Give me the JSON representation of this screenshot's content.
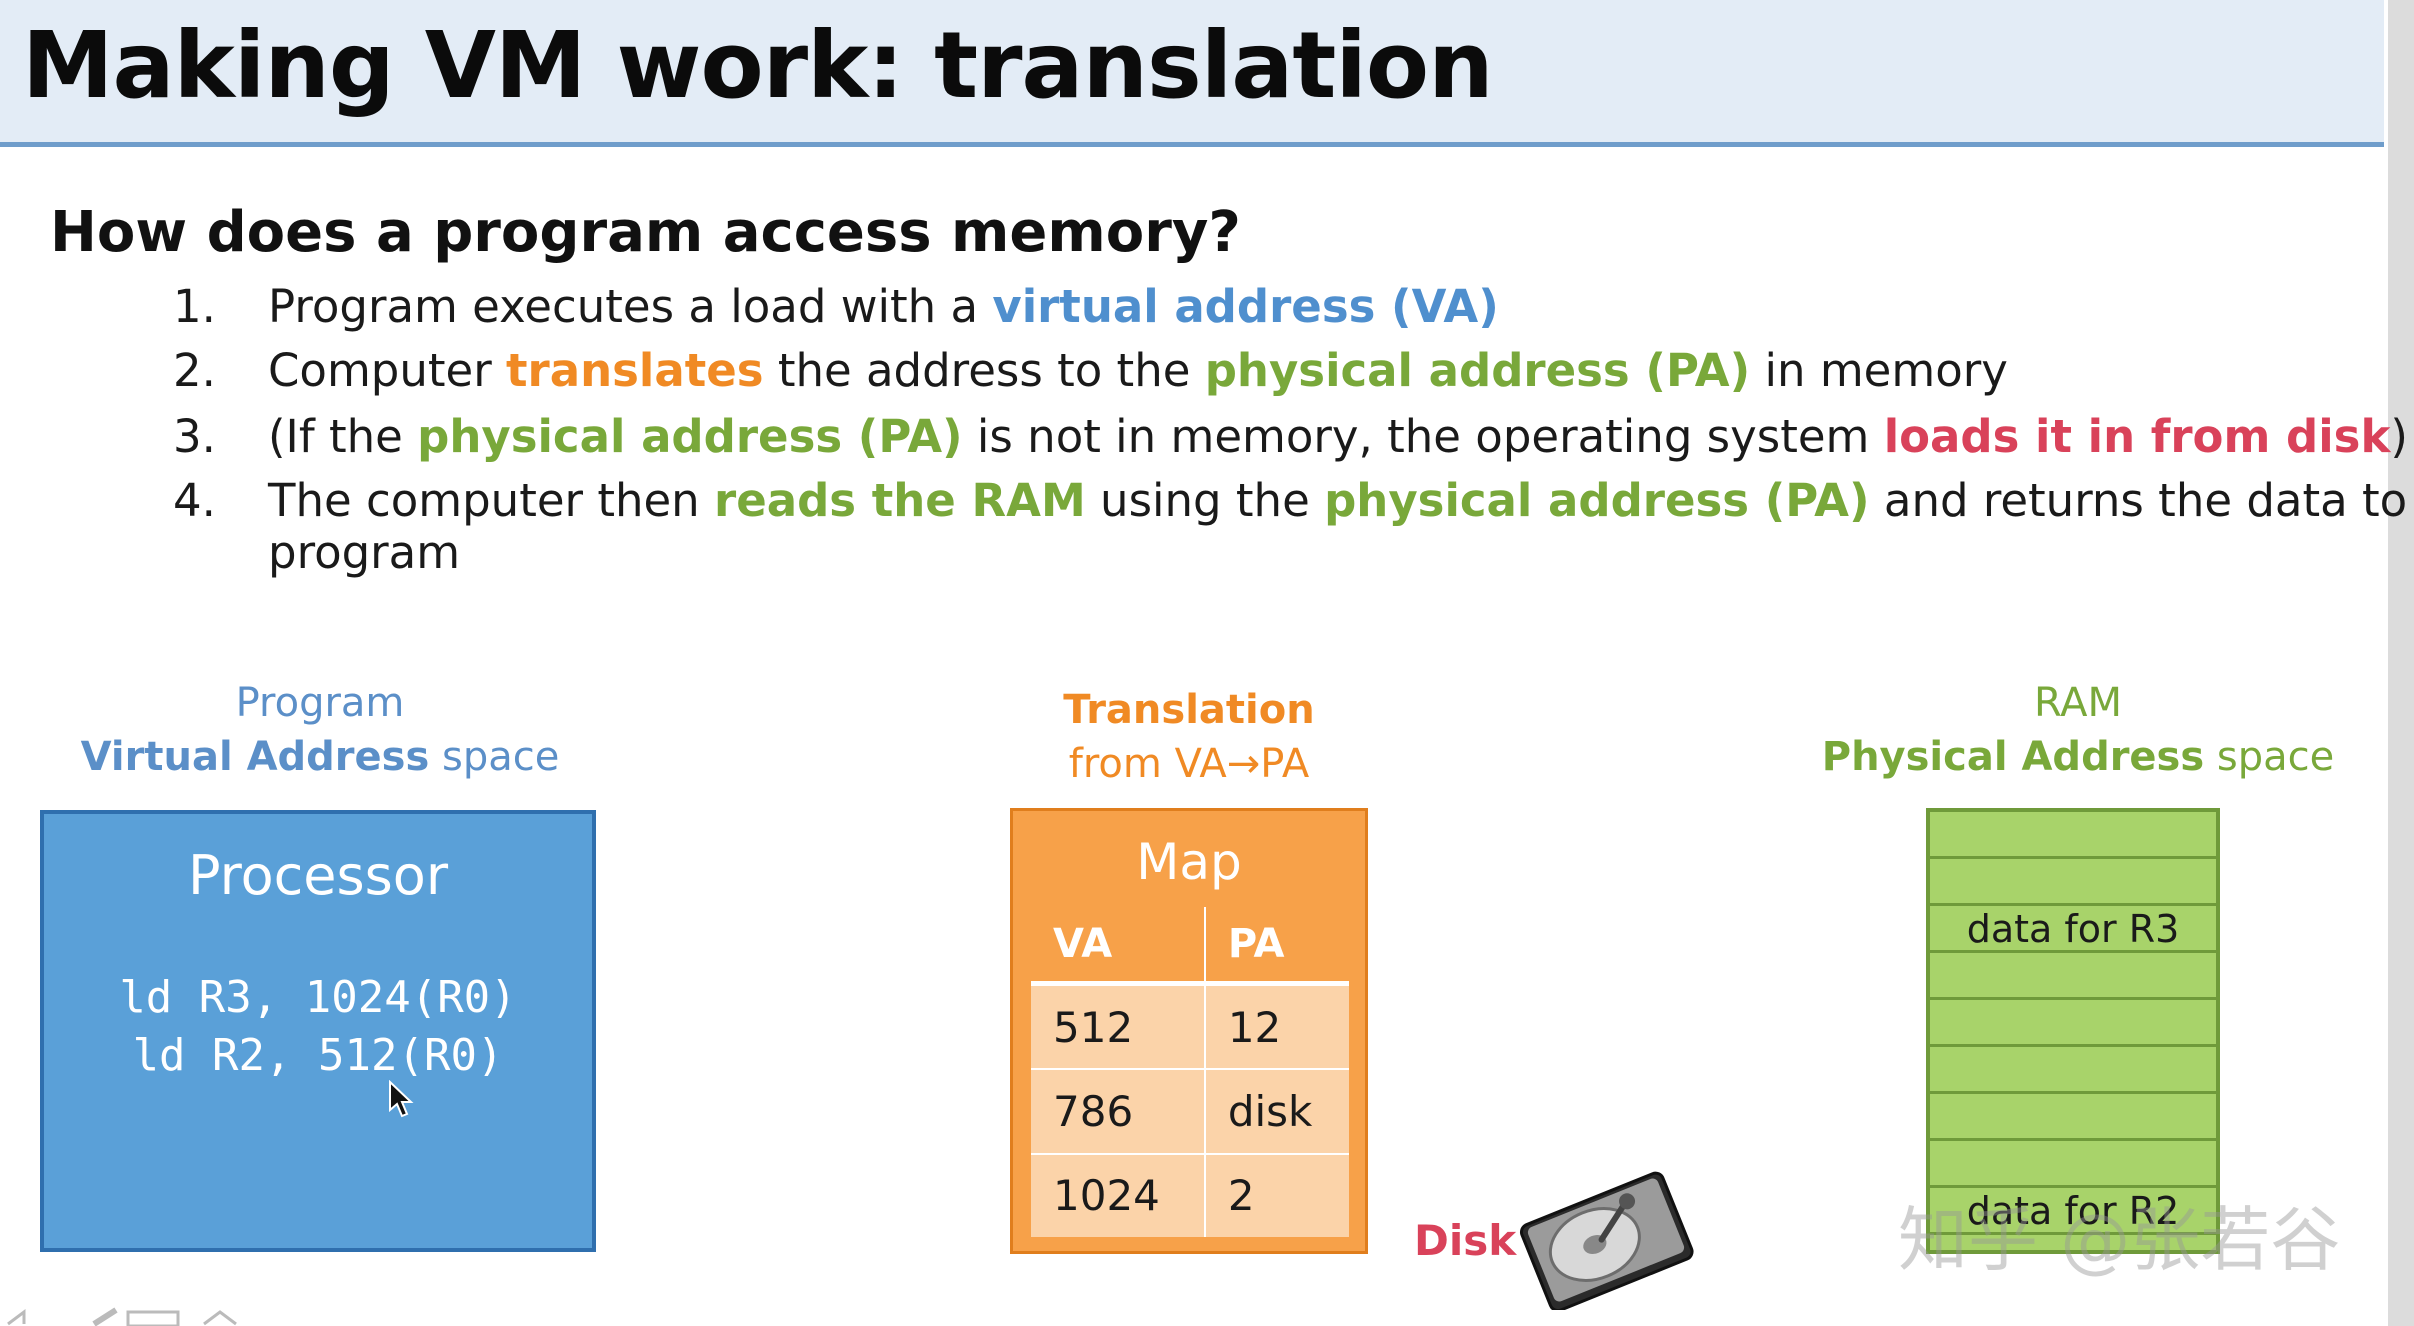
{
  "slide": {
    "title": "Making VM work: translation",
    "question": "How does a program access memory?",
    "steps": [
      {
        "number": "1.",
        "parts": [
          {
            "text": "Program executes a load with a ",
            "style": "plain"
          },
          {
            "text": "virtual address (VA)",
            "style": "blue"
          }
        ]
      },
      {
        "number": "2.",
        "parts": [
          {
            "text": "Computer ",
            "style": "plain"
          },
          {
            "text": "translates",
            "style": "orange"
          },
          {
            "text": " the address to the ",
            "style": "plain"
          },
          {
            "text": "physical address (PA)",
            "style": "green"
          },
          {
            "text": " in memory",
            "style": "plain"
          }
        ]
      },
      {
        "number": "3.",
        "parts": [
          {
            "text": "(If the ",
            "style": "plain"
          },
          {
            "text": "physical address (PA)",
            "style": "green"
          },
          {
            "text": " is not in memory, the operating system ",
            "style": "plain"
          },
          {
            "text": "loads it in from disk",
            "style": "red"
          },
          {
            "text": ")",
            "style": "plain"
          }
        ]
      },
      {
        "number": "4.",
        "parts": [
          {
            "text": "The computer then ",
            "style": "plain"
          },
          {
            "text": "reads the RAM",
            "style": "green"
          },
          {
            "text": " using the ",
            "style": "plain"
          },
          {
            "text": "physical address (PA)",
            "style": "green"
          },
          {
            "text": " and returns the data to the",
            "style": "plain"
          }
        ],
        "continuation": "program"
      }
    ]
  },
  "program": {
    "caption_line1": "Program",
    "caption_bold": "Virtual Address",
    "caption_rest": " space",
    "box_title": "Processor",
    "code": [
      "ld R3, 1024(R0)",
      "ld R2, 512(R0)"
    ]
  },
  "translation": {
    "caption_bold": "Translation",
    "caption_line2": "from VA→PA",
    "box_title": "Map",
    "headers": [
      "VA",
      "PA"
    ],
    "rows": [
      [
        "512",
        "12"
      ],
      [
        "786",
        "disk"
      ],
      [
        "1024",
        "2"
      ]
    ]
  },
  "ram": {
    "caption_line1": "RAM",
    "caption_bold": "Physical Address",
    "caption_rest": " space",
    "rows": [
      "",
      "",
      "data for R3",
      "",
      "",
      "",
      "",
      "",
      "data for R2"
    ]
  },
  "disk": {
    "label": "Disk",
    "icon": "hard-disk-icon"
  },
  "watermark": "知乎 @张若谷",
  "colors": {
    "title_bar": "#e3ecf6",
    "blue": "#4f8fce",
    "orange": "#f08a24",
    "green": "#79a83a",
    "red": "#d9425a",
    "processor": "#5aa0d8",
    "map": "#f7a149",
    "ram": "#a8d36a"
  }
}
